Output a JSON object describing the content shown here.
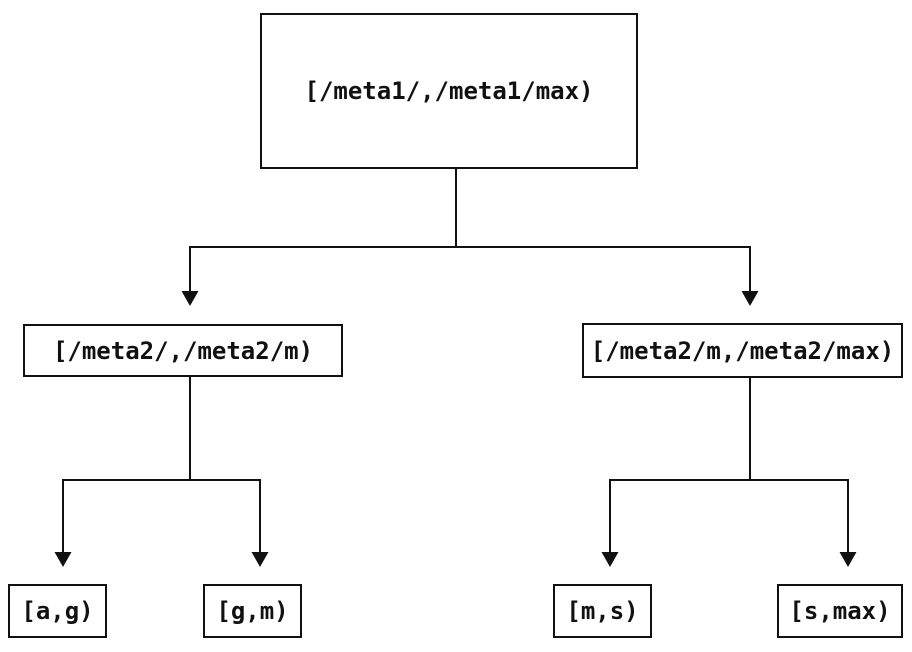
{
  "diagram": {
    "type": "tree",
    "orientation": "top-down",
    "colors": {
      "background": "#ffffff",
      "line": "#111111",
      "box_border": "#111111",
      "text": "#111111"
    },
    "nodes": {
      "root": {
        "label": "[/meta1/,/meta1/max)"
      },
      "meta2_low": {
        "label": "[/meta2/,/meta2/m)"
      },
      "meta2_high": {
        "label": "[/meta2/m,/meta2/max)"
      },
      "a_g": {
        "label": "[a,g)"
      },
      "g_m": {
        "label": "[g,m)"
      },
      "m_s": {
        "label": "[m,s)"
      },
      "s_max": {
        "label": "[s,max)"
      }
    },
    "edges": [
      {
        "from": "root",
        "to": "meta2_low"
      },
      {
        "from": "root",
        "to": "meta2_high"
      },
      {
        "from": "meta2_low",
        "to": "a_g"
      },
      {
        "from": "meta2_low",
        "to": "g_m"
      },
      {
        "from": "meta2_high",
        "to": "m_s"
      },
      {
        "from": "meta2_high",
        "to": "s_max"
      }
    ]
  }
}
